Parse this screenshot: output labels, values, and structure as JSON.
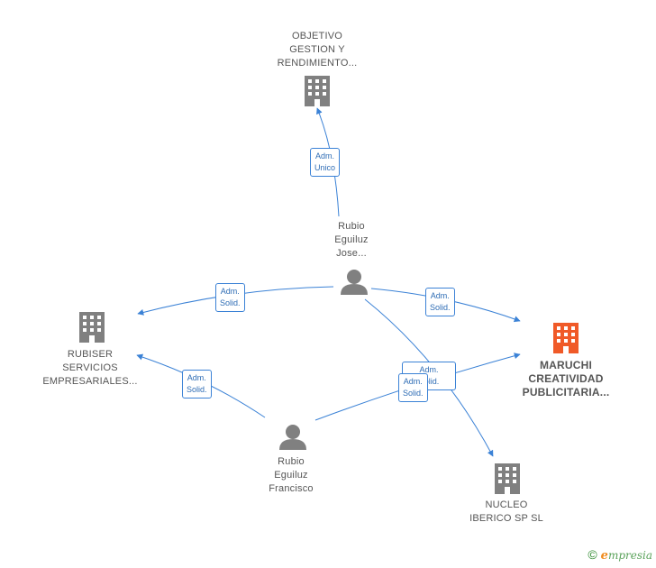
{
  "nodes": {
    "objetivo": {
      "label": "OBJETIVO\nGESTION Y\nRENDIMIENTO..."
    },
    "rubio_jose": {
      "label": "Rubio\nEguiluz\nJose..."
    },
    "rubiser": {
      "label": "RUBISER\nSERVICIOS\nEMPRESARIALES..."
    },
    "maruchi": {
      "label": "MARUCHI\nCREATIVIDAD\nPUBLICITARIA..."
    },
    "rubio_francisco": {
      "label": "Rubio\nEguiluz\nFrancisco"
    },
    "nucleo": {
      "label": "NUCLEO\nIBERICO SP SL"
    }
  },
  "edges": {
    "jose_objetivo": "Adm.\nUnico",
    "jose_rubiser": "Adm.\nSolid.",
    "jose_maruchi": "Adm.\nSolid.",
    "jose_nucleo": "Adm.\nSolid.",
    "francisco_rubiser": "Adm.\nSolid.",
    "francisco_maruchi": "Adm.\nSolid."
  },
  "colors": {
    "edge": "#3b82d6",
    "building": "#808080",
    "building_focus": "#f05a28",
    "person": "#808080"
  },
  "footer": {
    "copyright": "©",
    "brand_e": "e",
    "brand_rest": "mpresia"
  }
}
